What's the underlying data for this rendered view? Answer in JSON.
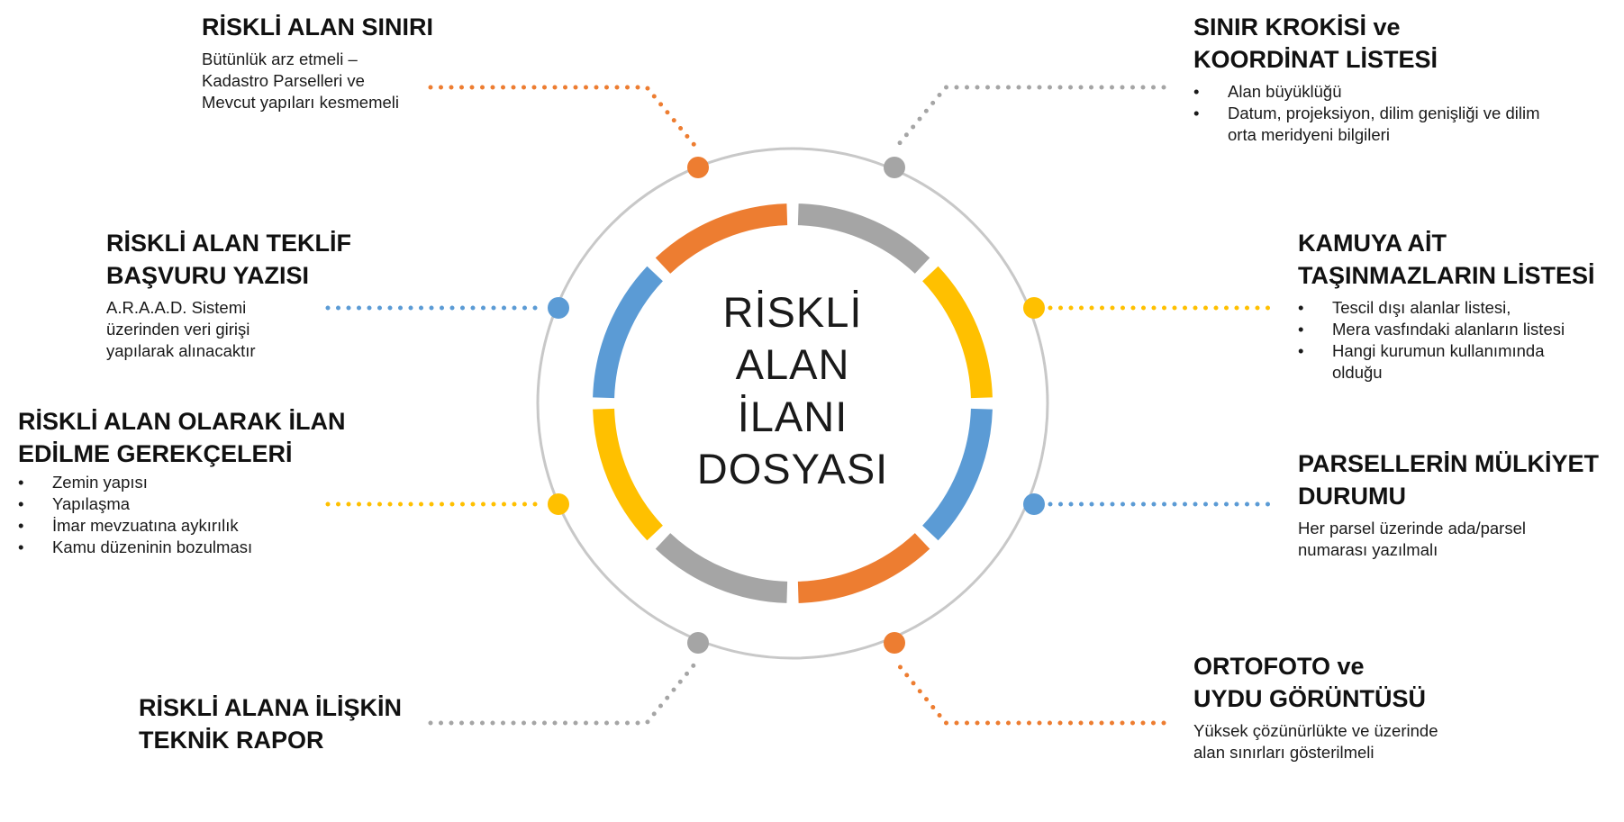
{
  "center": {
    "title_lines": [
      "RİSKLİ",
      "ALAN",
      "İLANI",
      "DOSYASI"
    ]
  },
  "colors": {
    "orange": "#ED7D31",
    "gray": "#A5A5A5",
    "yellow": "#FFC000",
    "blue": "#5B9BD5",
    "ring": "#C8C8C8"
  },
  "items": [
    {
      "id": "riskli-alan-siniri",
      "color": "orange",
      "title_lines": [
        "RİSKLİ ALAN SINIRI"
      ],
      "description_lines": [
        "Bütünlük arz etmeli –",
        "Kadastro Parselleri ve",
        "Mevcut yapıları kesmemeli"
      ]
    },
    {
      "id": "sinir-krokisi",
      "color": "gray",
      "title_lines": [
        "SINIR KROKİSİ ve",
        "KOORDİNAT LİSTESİ"
      ],
      "bullets": [
        "Alan büyüklüğü",
        "Datum, projeksiyon, dilim genişliği ve dilim orta meridyeni bilgileri"
      ]
    },
    {
      "id": "teklif-basvuru",
      "color": "blue",
      "title_lines": [
        "RİSKLİ ALAN TEKLİF",
        "BAŞVURU YAZISI"
      ],
      "description_lines": [
        "A.R.A.A.D. Sistemi",
        "üzerinden veri girişi",
        "yapılarak alınacaktır"
      ]
    },
    {
      "id": "kamuya-ait",
      "color": "yellow",
      "title_lines": [
        "KAMUYA AİT",
        "TAŞINMAZLARIN LİSTESİ"
      ],
      "bullets": [
        "Tescil dışı alanlar listesi,",
        "Mera vasfındaki alanların listesi",
        "Hangi kurumun kullanımında olduğu"
      ]
    },
    {
      "id": "ilan-gerekceleri",
      "color": "yellow",
      "title_lines": [
        "RİSKLİ ALAN OLARAK İLAN",
        "EDİLME GEREKÇELERİ"
      ],
      "bullets": [
        "Zemin yapısı",
        "Yapılaşma",
        "İmar mevzuatına aykırılık",
        "Kamu düzeninin bozulması"
      ]
    },
    {
      "id": "parsel-mulkiyet",
      "color": "blue",
      "title_lines": [
        "PARSELLERİN MÜLKİYET",
        "DURUMU"
      ],
      "description_lines": [
        "Her parsel üzerinde ada/parsel",
        "numarası yazılmalı"
      ]
    },
    {
      "id": "teknik-rapor",
      "color": "gray",
      "title_lines": [
        "RİSKLİ ALANA İLİŞKİN",
        "TEKNİK RAPOR"
      ]
    },
    {
      "id": "ortofoto",
      "color": "orange",
      "title_lines": [
        "ORTOFOTO ve",
        "UYDU GÖRÜNTÜSÜ"
      ],
      "description_lines": [
        "Yüksek çözünürlükte ve üzerinde",
        "alan sınırları gösterilmeli"
      ]
    }
  ]
}
